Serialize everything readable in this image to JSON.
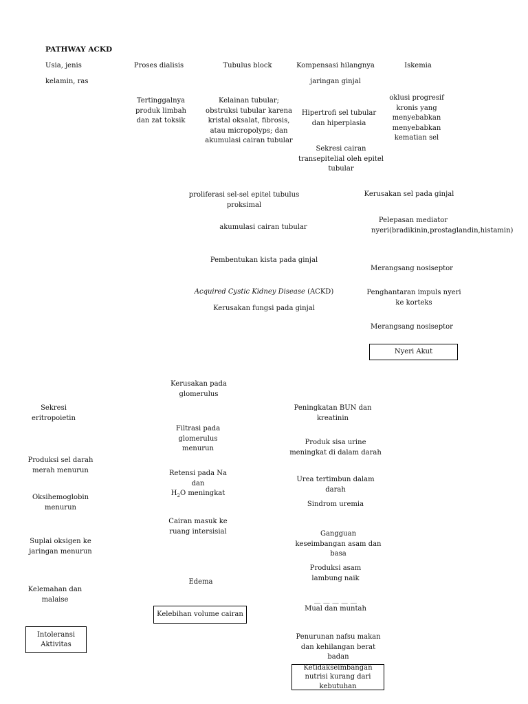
{
  "title": "PATHWAY ACKD",
  "top_row": {
    "usia_1": "Usia, jenis",
    "usia_2": "kelamin, ras",
    "proses": "Proses dialisis",
    "tubulus": "Tubulus block",
    "kompensasi_1": "Kompensasi hilangnya",
    "kompensasi_2": "jaringan ginjal",
    "iskemia": "Iskemia"
  },
  "second_row": {
    "tertinggal": "Tertinggalnya produk limbah dan zat toksik",
    "kelainan": "Kelainan tubular; obstruksi tubular karena kristal oksalat, fibrosis, atau micropolyps; dan akumulasi cairan tubular",
    "hipertrofi": "Hipertrofi sel tubular dan hiperplasia",
    "sekresi_cairan": "Sekresi cairan transepitelial oleh epitel tubular",
    "oklusi": "oklusi progresif kronis yang menyebabkan menyebabkan kematian sel"
  },
  "center_chain": {
    "proliferasi": "proliferasi sel-sel epitel tubulus proksimal",
    "akumulasi": "akumulasi cairan tubular",
    "pembentukan": "Pembentukan kista pada ginjal",
    "ackd_italic": "Acquired Cystic Kidney Disease",
    "ackd_abbr": "(ACKD)",
    "kerusakan_fungsi": "Kerusakan fungsi pada ginjal"
  },
  "right_chain": {
    "kerusakan_sel": "Kerusakan sel pada ginjal",
    "pelepasan": "Pelepasan mediator nyeri(bradikinin,prostaglandin,histamin)",
    "merangsang_1": "Merangsang nosiseptor",
    "penghantaran": "Penghantaran impuls nyeri ke korteks",
    "merangsang_2": "Merangsang nosiseptor",
    "nyeri_box": "Nyeri Akut"
  },
  "left_chain": {
    "sekresi_eritro": "Sekresi eritropoietin",
    "produksi_sel": "Produksi sel darah merah menurun",
    "oksihemoglobin": "Oksihemoglobin menurun",
    "suplai": "Suplai oksigen ke jaringan menurun",
    "kelemahan": "Kelemahan dan malaise",
    "intoleransi_box": "Intoleransi Aktivitas"
  },
  "middle_chain": {
    "kerusakan_glomerulus": "Kerusakan pada glomerulus",
    "filtrasi": "Filtrasi pada glomerulus menurun",
    "retensi_1": "Retensi pada Na dan",
    "retensi_2a": "H",
    "retensi_2sub": "2",
    "retensi_2b": "O meningkat",
    "cairan_masuk": "Cairan masuk ke ruang intersisial",
    "edema": "Edema",
    "kelebihan_box": "Kelebihan volume cairan"
  },
  "right_lower_chain": {
    "peningkatan": "Peningkatan BUN dan kreatinin",
    "produk_sisa": "Produk sisa urine meningkat di dalam darah",
    "urea": "Urea tertimbun dalam darah",
    "sindrom": "Sindrom uremia",
    "gangguan": "Gangguan keseimbangan asam dan basa",
    "produksi_asam": "Produksi asam lambung naik",
    "mual": "Mual dan muntah",
    "penurunan": "Penurunan nafsu makan dan kehilangan berat badan",
    "ketidak_box": "Ketidakseimbangan nutrisi kurang dari kebutuhan"
  }
}
